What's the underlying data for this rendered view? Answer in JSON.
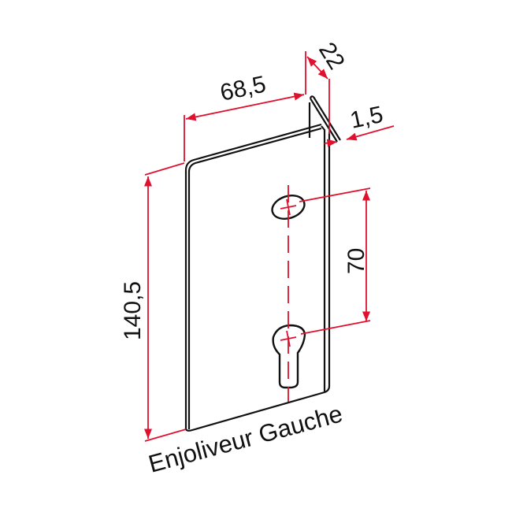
{
  "title": "Enjoliveur Gauche",
  "dimensions": {
    "width": "68,5",
    "depth": "22",
    "thickness": "1,5",
    "height": "140,5",
    "hole_spacing": "70"
  },
  "colors": {
    "dimension": "#e0102f",
    "outline": "#111111"
  }
}
